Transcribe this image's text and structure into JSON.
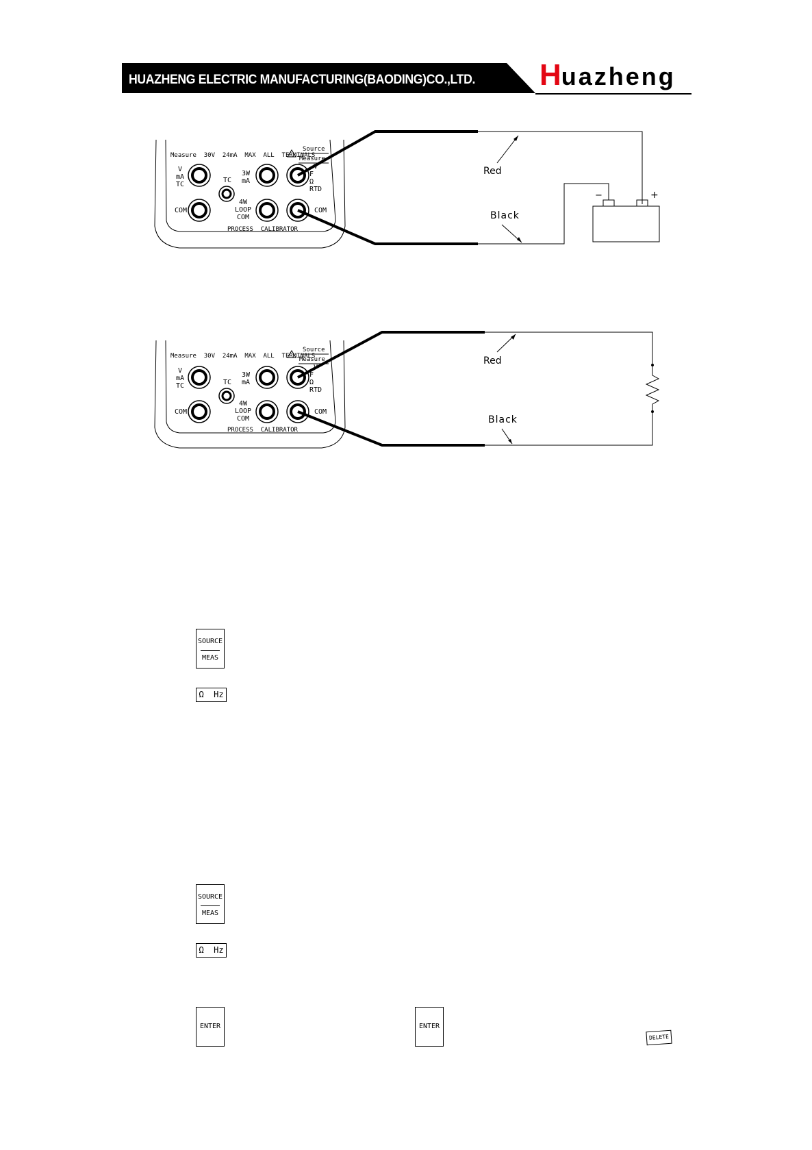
{
  "header": {
    "company_name": "HUAZHENG ELECTRIC MANUFACTURING(BAODING)CO.,LTD.",
    "logo_initial": "H",
    "logo_rest": "uazheng",
    "bar_color": "#000000",
    "logo_initial_color": "#e30613"
  },
  "panel": {
    "top_label": "Measure  30V  24mA  MAX  ALL  TERMINALS",
    "source_label": "Source",
    "measure_label": "Measure",
    "right_top_label_lines": [
      "V",
      "F",
      "Ω",
      "RTD"
    ],
    "left_top_label_lines": [
      "V",
      "mA",
      "TC"
    ],
    "tc_label": "TC",
    "mid_top_label_lines": [
      "3W",
      "mA"
    ],
    "com_left_label": "COM",
    "mid_bottom_label_lines": [
      "4W",
      "LOOP",
      "COM"
    ],
    "com_right_label": "COM",
    "bottom_label": "PROCESS  CALIBRATOR"
  },
  "diagram1": {
    "red_label": "Red",
    "black_label": "Black",
    "minus": "−",
    "plus": "+"
  },
  "diagram2": {
    "red_label": "Red",
    "black_label": "Black"
  },
  "keys": {
    "source_top": "SOURCE",
    "source_bottom": "MEAS",
    "ohm_hz": "Ω  Hz",
    "enter": "ENTER",
    "delete": "DELETE"
  }
}
